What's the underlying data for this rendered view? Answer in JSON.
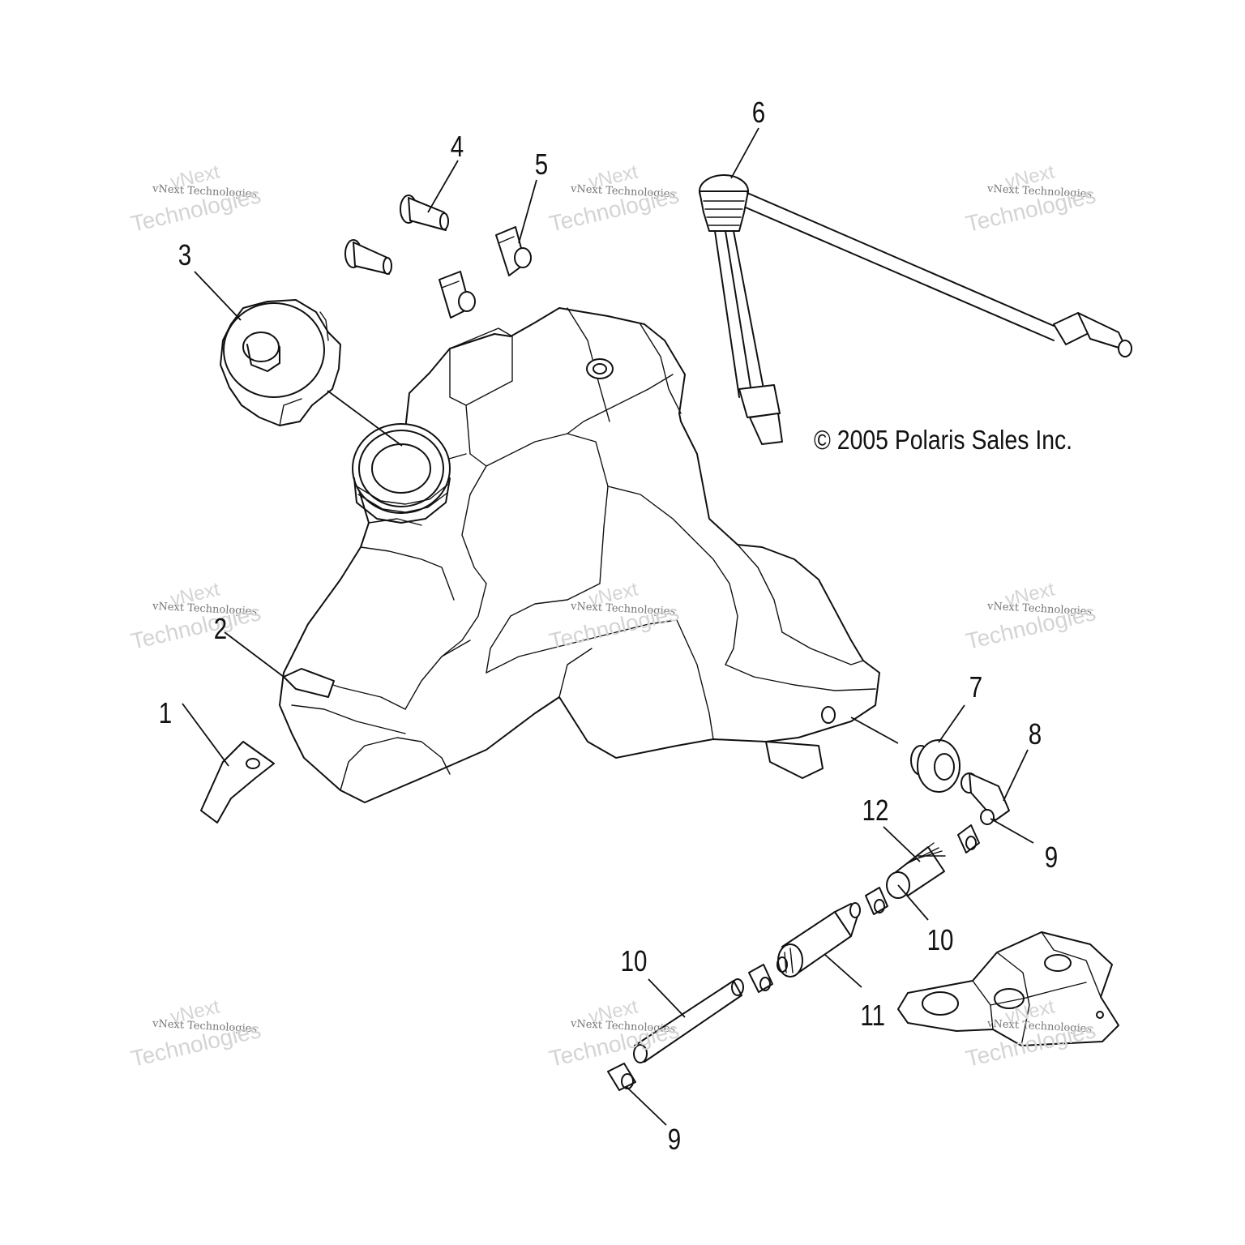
{
  "copyright": "© 2005 Polaris Sales Inc.",
  "watermark": {
    "line_top": "vNext",
    "line_mid": "vNext Technologies",
    "line_bottom": "Technologies"
  },
  "callouts": {
    "c1": "1",
    "c2": "2",
    "c3": "3",
    "c4": "4",
    "c5": "5",
    "c6": "6",
    "c7": "7",
    "c8": "8",
    "c9a": "9",
    "c9b": "9",
    "c10a": "10",
    "c10b": "10",
    "c11": "11",
    "c12": "12"
  },
  "colors": {
    "line": "#111111",
    "watermark": "#d4d4d4"
  }
}
